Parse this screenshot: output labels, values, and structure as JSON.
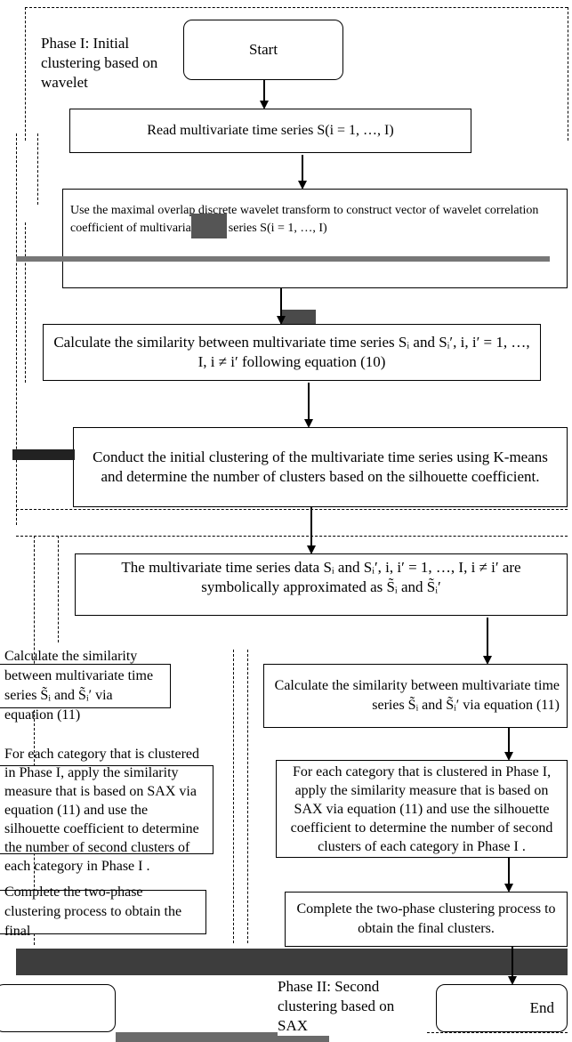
{
  "phase1": {
    "label": "Phase I: Initial clustering based on wavelet",
    "start": "Start",
    "read": "Read multivariate time series S(i = 1, …, I)",
    "wavelet": "Use the maximal overlap discrete wavelet transform to construct vector of wavelet correlation coefficient of multivariate time series S(i = 1, …, I)",
    "similarity": "Calculate the similarity between multivariate time series Sᵢ and Sᵢ′, i, i′ = 1, …, I, i ≠ i′ following equation (10)",
    "kmeans": "Conduct the initial clustering of the multivariate time series using K-means and determine the number of clusters based on the silhouette coefficient."
  },
  "phase2": {
    "label": "Phase II: Second clustering based on SAX",
    "sax": "The multivariate time series data Sᵢ and Sᵢ′, i, i′ = 1, …, I, i ≠ i′ are symbolically approximated as S̃ᵢ and S̃ᵢ′",
    "sim_right": "Calculate the similarity between multivariate time series S̃ᵢ and S̃ᵢ′ via equation (11)",
    "sim_left": "Calculate the similarity between multivariate time series S̃ᵢ and S̃ᵢ′ via equation (11)",
    "cat_right": "For each category that is clustered in Phase I, apply the similarity measure that is based on SAX via equation (11) and use the silhouette coefficient to determine the number of second clusters of each category in Phase I .",
    "cat_left": "For each category that is clustered in Phase I, apply the similarity measure that is based on SAX via equation (11) and use the silhouette coefficient to determine the number of second clusters of each category in Phase I .",
    "complete_right": "Complete the two-phase clustering process to obtain the final clusters.",
    "complete_left": "Complete the two-phase clustering process to obtain the final",
    "end": "End"
  }
}
